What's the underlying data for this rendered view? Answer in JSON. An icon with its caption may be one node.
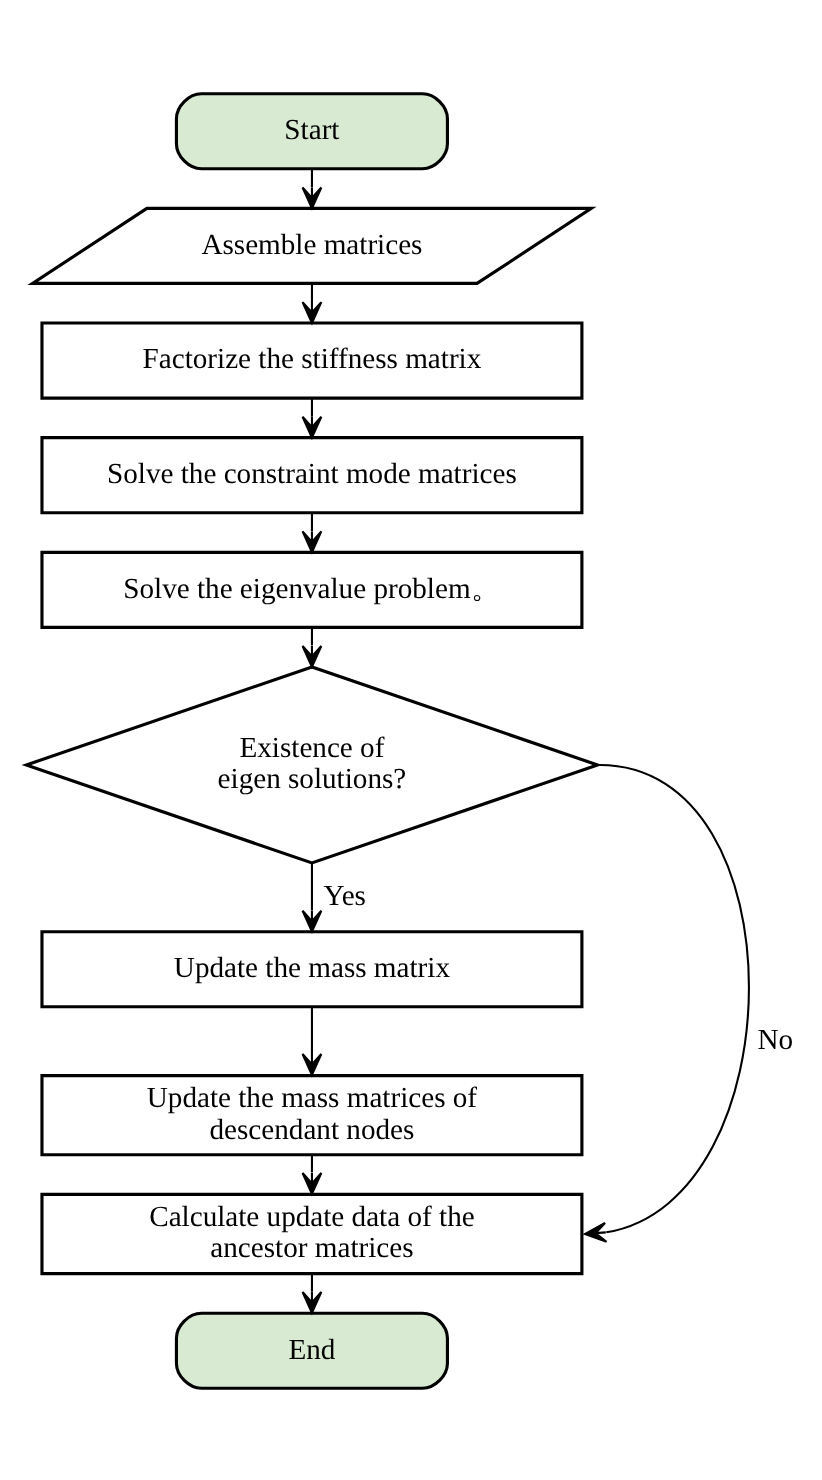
{
  "diagram": {
    "nodes": [
      {
        "text": [
          "Start"
        ]
      },
      {
        "text": [
          "Assemble matrices"
        ]
      },
      {
        "text": [
          "Factorize the stiffness matrix"
        ]
      },
      {
        "text": [
          "Solve the constraint mode matrices"
        ]
      },
      {
        "text": [
          "Solve the eigenvalue problem。"
        ]
      },
      {
        "text": [
          "Existence of eigen solutions?"
        ]
      },
      {
        "text": [
          "Update the mass matrix"
        ]
      },
      {
        "text": [
          "Update the mass matrices of descendant nodes"
        ]
      },
      {
        "text": [
          "Calculate update data of the ancestor matrices"
        ]
      },
      {
        "text": [
          "End"
        ]
      }
    ],
    "edges": [
      {
        "from": 0,
        "to": 1,
        "arrow": "to"
      },
      {
        "from": 1,
        "to": 2,
        "arrow": "to"
      },
      {
        "from": 2,
        "to": 3,
        "arrow": "to"
      },
      {
        "from": 3,
        "to": 4,
        "arrow": "to"
      },
      {
        "from": 4,
        "to": 5,
        "arrow": "to"
      },
      {
        "from": 5,
        "to": 6,
        "arrow": "to",
        "label": "Yes"
      },
      {
        "from": 6,
        "to": 7,
        "arrow": "to"
      },
      {
        "from": 7,
        "to": 8,
        "arrow": "to"
      },
      {
        "from": 5,
        "to": 8,
        "arrow": "to",
        "label": "No"
      },
      {
        "from": 8,
        "to": 9,
        "arrow": "to"
      }
    ]
  }
}
